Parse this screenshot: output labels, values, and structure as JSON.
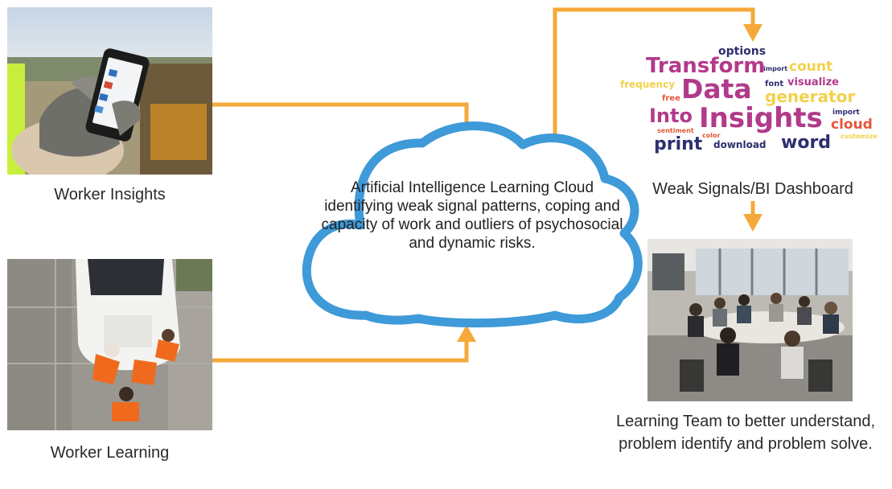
{
  "captions": {
    "worker_insights": "Worker Insights",
    "worker_learning": "Worker Learning",
    "dashboard": "Weak Signals/BI Dashboard",
    "learning_team": "Learning Team to better understand, problem identify and problem solve."
  },
  "cloud": {
    "text": "Artificial Intelligence Learning Cloud identifying weak signal patterns, coping and capacity of work and outliers of psychosocial and dynamic risks."
  },
  "word_cloud": {
    "words": {
      "options": "options",
      "transform": "Transform",
      "import1": "import",
      "count": "count",
      "frequency": "frequency",
      "data": "Data",
      "font": "font",
      "visualize": "visualize",
      "free": "free",
      "generator": "generator",
      "into": "Into",
      "insights": "Insights",
      "import2": "import",
      "cloud": "cloud",
      "sentiment": "sentiment",
      "color": "color",
      "customize": "customize",
      "print": "print",
      "download": "download",
      "word": "word"
    }
  },
  "colors": {
    "arrow": "#F4A93A",
    "cloud_outline": "#3E9AD8"
  }
}
